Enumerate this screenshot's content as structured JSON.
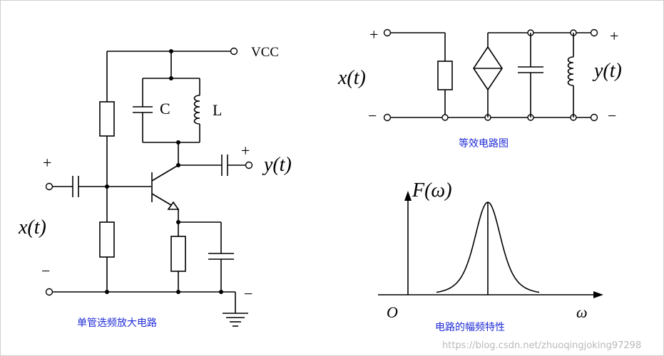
{
  "circuit_left": {
    "caption": "单管选频放大电路",
    "vcc_label": "VCC",
    "cap_label": "C",
    "inductor_label": "L",
    "input_label": "x(t)",
    "output_label": "y(t)",
    "plus_sign": "+",
    "minus_sign": "−"
  },
  "equivalent_circuit": {
    "caption": "等效电路图",
    "input_label": "x(t)",
    "output_label": "y(t)",
    "plus_sign": "+",
    "minus_sign": "−"
  },
  "response_plot": {
    "caption": "电路的幅频特性",
    "ylabel": "F(ω)",
    "xlabel": "ω",
    "origin_label": "O"
  },
  "watermark": "https://blog.csdn.net/zhuoqingjoking97298"
}
